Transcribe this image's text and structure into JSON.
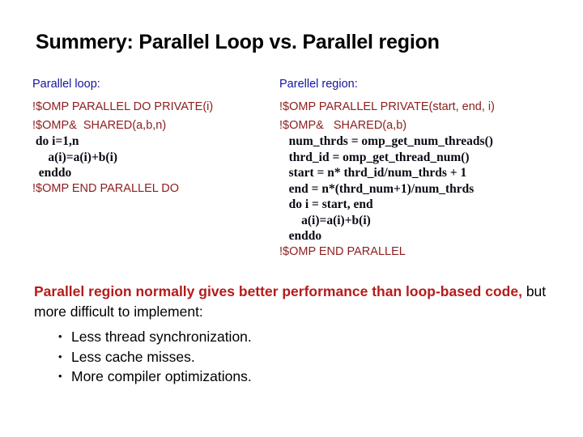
{
  "slide": {
    "title": "Summery: Parallel Loop vs. Parallel region",
    "background_color": "#FFFFFF"
  },
  "colors": {
    "heading_blue": "#1414A0",
    "directive_red": "#8E1F20",
    "emphasis_red": "#B51B1B",
    "body_black": "#000000"
  },
  "left_column": {
    "heading": "Parallel loop:",
    "lines": [
      {
        "text": "!$OMP PARALLEL DO PRIVATE(i)",
        "style": "omp"
      },
      {
        "text": "!$OMP&  SHARED(a,b,n)",
        "style": "omp"
      },
      {
        "text": " do i=1,n",
        "style": "body"
      },
      {
        "text": "     a(i)=a(i)+b(i)",
        "style": "body"
      },
      {
        "text": "  enddo",
        "style": "body"
      },
      {
        "text": "!$OMP END PARALLEL DO",
        "style": "omp"
      }
    ]
  },
  "right_column": {
    "heading": "Parellel region:",
    "lines": [
      {
        "text": "!$OMP PARALLEL PRIVATE(start, end, i)",
        "style": "omp"
      },
      {
        "text": "!$OMP&   SHARED(a,b)",
        "style": "omp"
      },
      {
        "text": "   num_thrds = omp_get_num_threads()",
        "style": "body"
      },
      {
        "text": "   thrd_id = omp_get_thread_num()",
        "style": "body"
      },
      {
        "text": "   start = n* thrd_id/num_thrds + 1",
        "style": "body"
      },
      {
        "text": "   end = n*(thrd_num+1)/num_thrds",
        "style": "body"
      },
      {
        "text": "   do i = start, end",
        "style": "body"
      },
      {
        "text": "       a(i)=a(i)+b(i)",
        "style": "body"
      },
      {
        "text": "   enddo",
        "style": "body"
      },
      {
        "text": "!$OMP END PARALLEL",
        "style": "omp"
      }
    ]
  },
  "conclusion": {
    "emphasis": "Parallel region normally gives better performance than loop-based code,",
    "rest": " but more difficult to implement:"
  },
  "bullets": {
    "marker": "•",
    "items": [
      "Less thread synchronization.",
      "Less cache misses.",
      "More compiler optimizations."
    ]
  }
}
